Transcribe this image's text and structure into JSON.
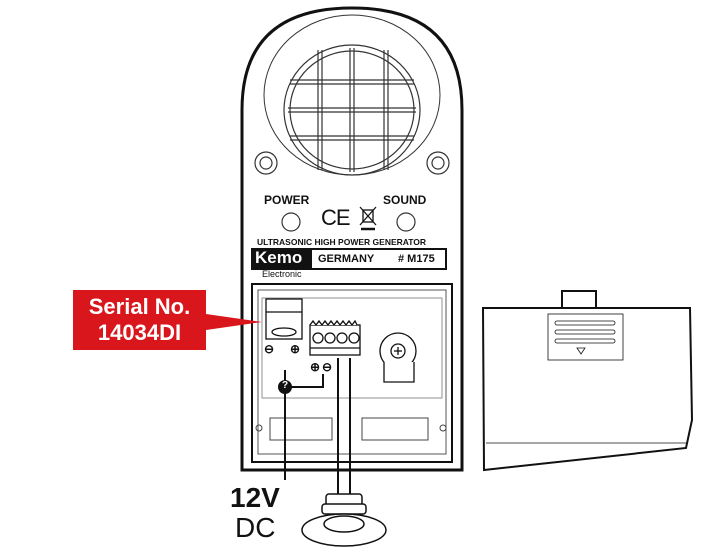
{
  "device": {
    "indicators": {
      "power": "POWER",
      "sound": "SOUND"
    },
    "ce_mark": "CE",
    "product_line": "ULTRASONIC HIGH POWER GENERATOR",
    "brand": "Kemo",
    "brand_sub": "Electronic",
    "country": "GERMANY",
    "model": "# M175"
  },
  "callout": {
    "line1": "Serial No.",
    "line2": "14034DI",
    "color": "#d9161c"
  },
  "power_label": {
    "voltage": "12V",
    "type": "DC"
  },
  "polarity": {
    "minus": "⊖",
    "plus": "⊕",
    "unknown": "?"
  }
}
